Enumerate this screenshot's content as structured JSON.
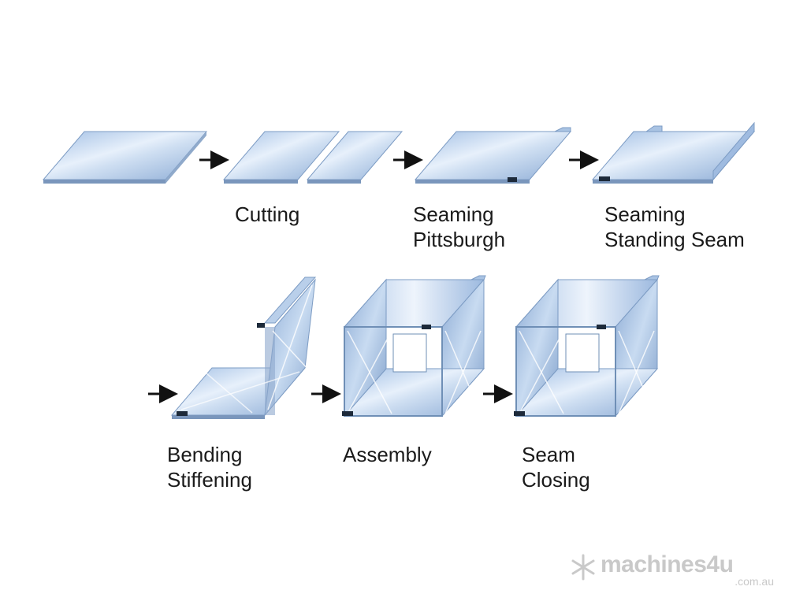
{
  "steps": {
    "cutting": "Cutting",
    "pittsburgh": [
      "Seaming",
      "Pittsburgh"
    ],
    "standing_seam": [
      "Seaming",
      "Standing Seam"
    ],
    "bending": [
      "Bending",
      "Stiffening"
    ],
    "assembly": "Assembly",
    "closing": [
      "Seam",
      "Closing"
    ]
  },
  "watermark": {
    "brand": "machines4u",
    "domain": ".com.au"
  },
  "colors": {
    "sheet_light": "#e4eef9",
    "sheet_mid": "#b8cfea",
    "sheet_dark": "#8eadd6",
    "edge": "#6f8fb6",
    "arrow": "#111111",
    "caption": "#1a1a1a",
    "watermark": "#c9c9c9"
  }
}
